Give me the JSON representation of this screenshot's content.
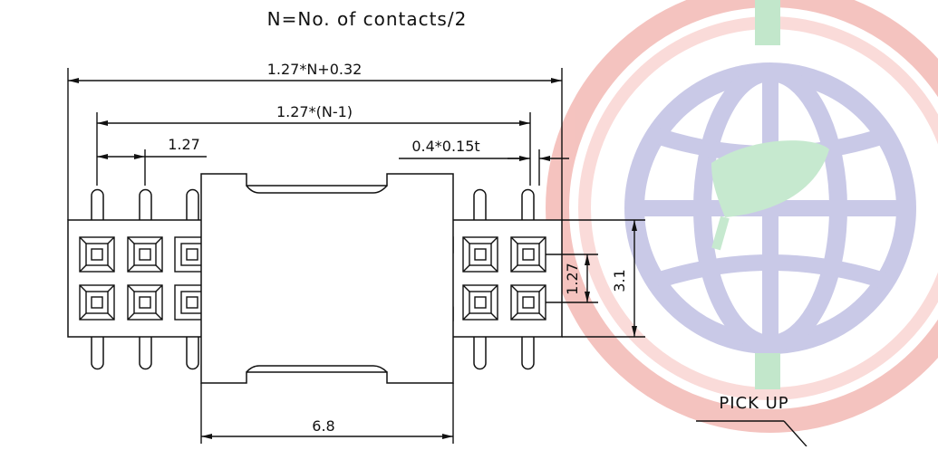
{
  "header": {
    "note": "N=No. of contacts/2"
  },
  "dimensions": {
    "overall_length": "1.27*N+0.32",
    "pin_span": "1.27*(N-1)",
    "pitch": "1.27",
    "pin_size": "0.4*0.15t",
    "row_pitch": "1.27",
    "body_height": "3.1",
    "cap_width": "6.8"
  },
  "callout": {
    "pick_up": "PICK UP"
  },
  "colors": {
    "line": "#111111",
    "wm_red": "#f3b9b5",
    "wm_blue": "#c9c9e8",
    "wm_green": "#bfe6c9"
  }
}
